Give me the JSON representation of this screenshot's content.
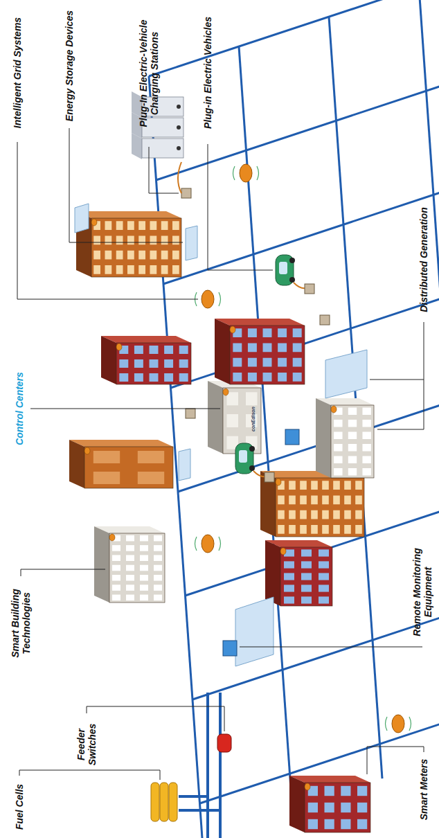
{
  "diagram": {
    "labels": [
      "Fuel Cells",
      "Feeder Switches",
      "Smart Building Technologies",
      "Control Centers",
      "Intelligent Grid Systems",
      "Energy Storage Devices",
      "Plug-In Electric-Vehicle Charging Stations",
      "Plug-in Electric Vehicles",
      "Distributed Generation",
      "Remote Monitoring Equipment",
      "Smart Meters",
      "conEdison"
    ]
  }
}
